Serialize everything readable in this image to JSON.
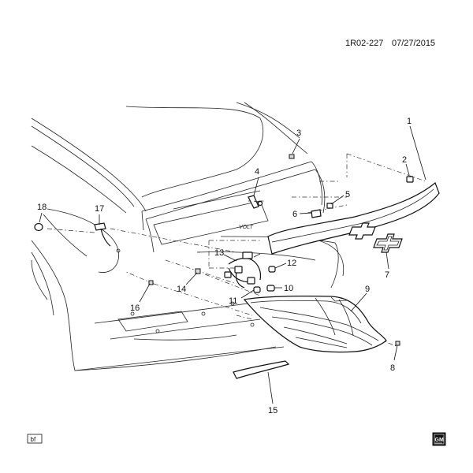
{
  "header": {
    "ref_code": "1R02-227",
    "date": "07/27/2015"
  },
  "callouts": [
    {
      "id": "c1",
      "label": "1"
    },
    {
      "id": "c2",
      "label": "2"
    },
    {
      "id": "c3",
      "label": "3"
    },
    {
      "id": "c4",
      "label": "4"
    },
    {
      "id": "c5",
      "label": "5"
    },
    {
      "id": "c6",
      "label": "6"
    },
    {
      "id": "c7",
      "label": "7"
    },
    {
      "id": "c8",
      "label": "8"
    },
    {
      "id": "c9",
      "label": "9"
    },
    {
      "id": "c10",
      "label": "10"
    },
    {
      "id": "c11",
      "label": "11"
    },
    {
      "id": "c12",
      "label": "12"
    },
    {
      "id": "c13",
      "label": "13"
    },
    {
      "id": "c14",
      "label": "14"
    },
    {
      "id": "c15",
      "label": "15"
    },
    {
      "id": "c16",
      "label": "16"
    },
    {
      "id": "c17",
      "label": "17"
    },
    {
      "id": "c18",
      "label": "18"
    }
  ],
  "footer": {
    "tag": "bf",
    "logo_text": "GM"
  },
  "vehicle_badge": "VOLT"
}
